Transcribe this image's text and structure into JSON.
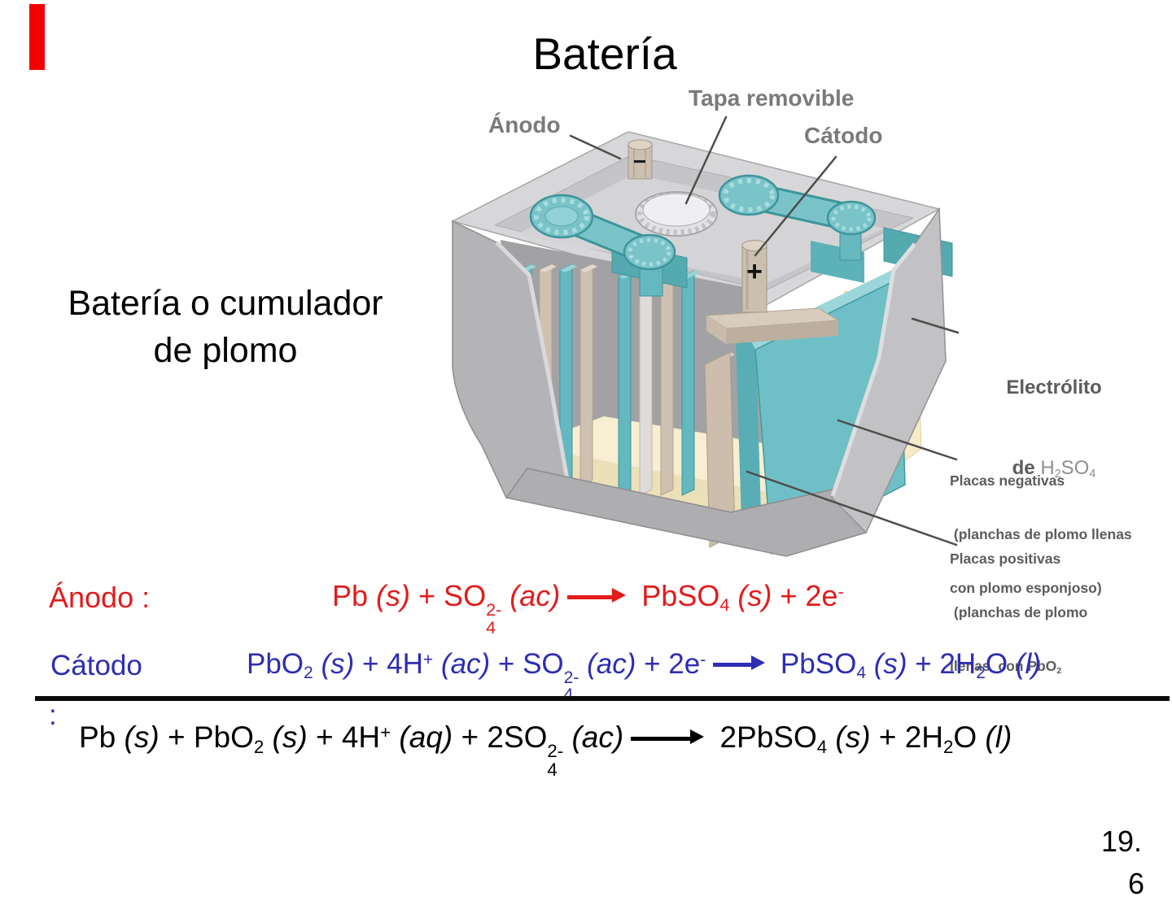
{
  "slide": {
    "title": "Batería",
    "heading_line1": "Batería o cumulador",
    "heading_line2": "de plomo",
    "page_number": "19.",
    "page_number_next": "6"
  },
  "diagram": {
    "label_anode": "Ánodo",
    "label_cap": "Tapa removible",
    "label_cathode": "Cátodo",
    "electrolyte_line1": "Electrólito",
    "electrolyte_de": "de ",
    "electrolyte_formula": [
      {
        "x": "H"
      },
      {
        "sub": "2"
      },
      {
        "x": "SO"
      },
      {
        "sub": "4"
      }
    ],
    "neg_plates_line1": "Placas negativas",
    "neg_plates_line2": " (planchas de plomo llenas",
    "neg_plates_line3": "con plomo esponjoso)",
    "pos_plates_line1": "Placas positivas",
    "pos_plates_line2": " (planchas de plomo",
    "pos_plates_line3": [
      {
        "x": "llenas  con PbO"
      },
      {
        "sub": "2"
      }
    ],
    "terminal_minus": "−",
    "terminal_plus": "+"
  },
  "equations": {
    "anode_label": "Ánodo :",
    "anode_formula": [
      {
        "x": "Pb "
      },
      {
        "i": "(s)"
      },
      {
        "x": " + SO"
      },
      {
        "ss": [
          "2-",
          "4"
        ]
      },
      {
        "x": " "
      },
      {
        "i": "(ac)"
      },
      {
        "ar": 72
      },
      {
        "x": " PbSO"
      },
      {
        "sub": "4"
      },
      {
        "x": " "
      },
      {
        "i": "(s)"
      },
      {
        "x": " + 2e"
      },
      {
        "sup": "-"
      }
    ],
    "cathode_label": "Cátodo",
    "cathode_colon": ":",
    "cathode_formula": [
      {
        "x": "PbO"
      },
      {
        "sub": "2"
      },
      {
        "x": " "
      },
      {
        "i": "(s)"
      },
      {
        "x": " + 4H"
      },
      {
        "sup": "+"
      },
      {
        "x": " "
      },
      {
        "i": "(ac)"
      },
      {
        "x": " + SO"
      },
      {
        "ss": [
          "2-",
          "4"
        ]
      },
      {
        "x": " "
      },
      {
        "i": "(ac)"
      },
      {
        "x": " + 2e"
      },
      {
        "sup": "-"
      },
      {
        "ar": 64
      },
      {
        "x": " PbSO"
      },
      {
        "sub": "4"
      },
      {
        "x": " "
      },
      {
        "i": "(s)"
      },
      {
        "x": " + 2H"
      },
      {
        "sub": "2"
      },
      {
        "x": "O "
      },
      {
        "i": "(l)"
      }
    ],
    "overall_formula": [
      {
        "x": "Pb "
      },
      {
        "i": "(s)"
      },
      {
        "x": " + PbO"
      },
      {
        "sub": "2"
      },
      {
        "x": " "
      },
      {
        "i": "(s)"
      },
      {
        "x": " + 4H"
      },
      {
        "sup": "+"
      },
      {
        "x": " "
      },
      {
        "i": "(aq)"
      },
      {
        "x": " + 2SO"
      },
      {
        "ss": [
          "2-",
          "4"
        ]
      },
      {
        "x": " "
      },
      {
        "i": "(ac)"
      },
      {
        "ar": 90
      },
      {
        "x": " 2PbSO"
      },
      {
        "sub": "4"
      },
      {
        "x": " "
      },
      {
        "i": "(s)"
      },
      {
        "x": " + 2H"
      },
      {
        "sub": "2"
      },
      {
        "x": "O "
      },
      {
        "i": "(l)"
      }
    ]
  },
  "colors": {
    "accent_bar_red": "#f40000",
    "anode_red": "#e31b1b",
    "cathode_blue": "#2d2db4",
    "plate_teal": "#6fc0c6",
    "electrolyte_cream": "#f6ebc8",
    "case_gray": "#c9c9cc",
    "top_label_gray": "#7a7a7a",
    "side_label_gray": "#5c5c5c"
  }
}
